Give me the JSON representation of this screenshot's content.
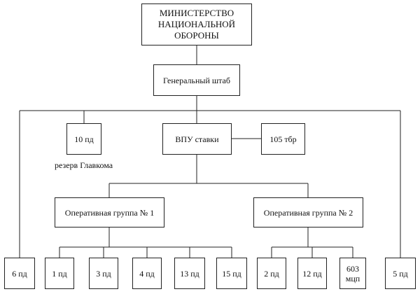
{
  "ministry": "МИНИСТЕРСТВО НАЦИОНАЛЬНОЙ ОБОРОНЫ",
  "general_staff": "Генеральный штаб",
  "reserve_division": "10 пд",
  "reserve_note": "резерв Главкома",
  "hq": "ВПУ ставки",
  "tank_brigade": "105 тбр",
  "group_1": {
    "title": "Оперативная группа № 1",
    "units": [
      "1 пд",
      "3 пд",
      "4 пд",
      "13 пд",
      "15 пд"
    ]
  },
  "group_2": {
    "title": "Оперативная группа № 2",
    "units": [
      "2 пд",
      "12 пд",
      "603 мцп"
    ]
  },
  "left_division": "6 пд",
  "right_division": "5 пд"
}
